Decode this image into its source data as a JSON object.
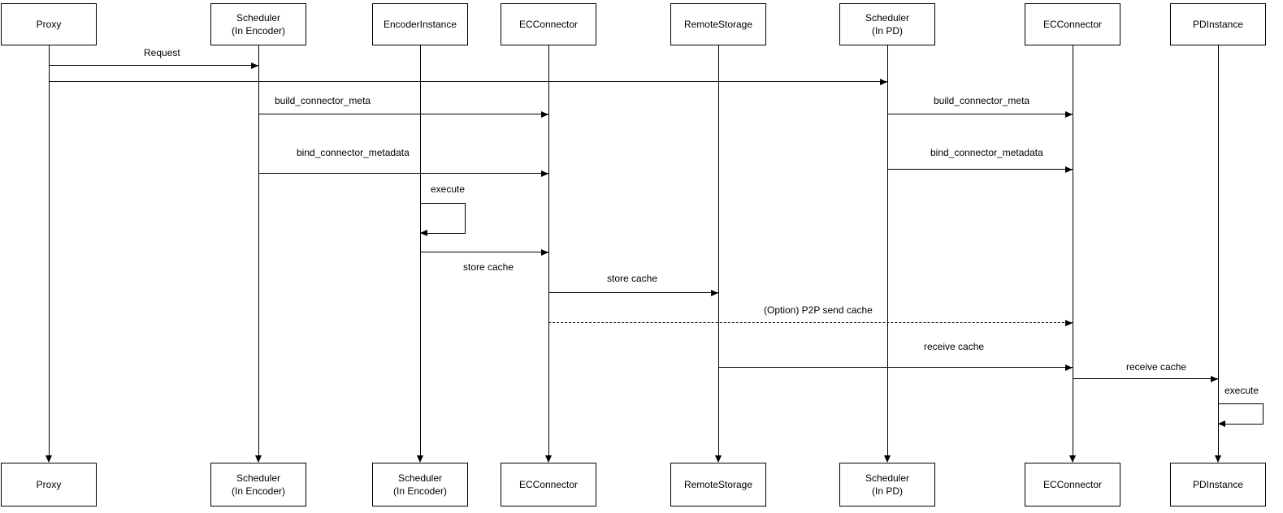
{
  "diagram": {
    "type": "sequence-diagram",
    "colors": {
      "line": "#000000",
      "background": "#ffffff",
      "box_fill": "#ffffff"
    },
    "actors_top": [
      {
        "label": "Proxy"
      },
      {
        "label": "Scheduler\n(In Encoder)"
      },
      {
        "label": "EncoderInstance"
      },
      {
        "label": "ECConnector"
      },
      {
        "label": "RemoteStorage"
      },
      {
        "label": "Scheduler\n(In PD)"
      },
      {
        "label": "ECConnector"
      },
      {
        "label": "PDInstance"
      }
    ],
    "actors_bottom": [
      {
        "label": "Proxy"
      },
      {
        "label": "Scheduler\n(In Encoder)"
      },
      {
        "label": "Scheduler\n(In Encoder)"
      },
      {
        "label": "ECConnector"
      },
      {
        "label": "RemoteStorage"
      },
      {
        "label": "Scheduler\n(In PD)"
      },
      {
        "label": "ECConnector"
      },
      {
        "label": "PDInstance"
      }
    ],
    "messages": [
      {
        "label": "Request",
        "from": "Proxy",
        "to": "Scheduler (In Encoder)",
        "style": "solid"
      },
      {
        "label": "",
        "from": "Proxy",
        "to": "Scheduler (In PD)",
        "style": "solid"
      },
      {
        "label": "build_connector_meta",
        "from": "Scheduler (In Encoder)",
        "to": "ECConnector",
        "style": "solid"
      },
      {
        "label": "build_connector_meta",
        "from": "Scheduler (In PD)",
        "to": "ECConnector (PD side)",
        "style": "solid"
      },
      {
        "label": "bind_connector_metadata",
        "from": "Scheduler (In Encoder)",
        "to": "ECConnector",
        "style": "solid"
      },
      {
        "label": "bind_connector_metadata",
        "from": "Scheduler (In PD)",
        "to": "ECConnector (PD side)",
        "style": "solid"
      },
      {
        "label": "execute",
        "from": "EncoderInstance",
        "to": "EncoderInstance",
        "style": "self"
      },
      {
        "label": "store cache",
        "from": "EncoderInstance",
        "to": "ECConnector",
        "style": "solid"
      },
      {
        "label": "store cache",
        "from": "ECConnector",
        "to": "RemoteStorage",
        "style": "solid"
      },
      {
        "label": "(Option) P2P send cache",
        "from": "ECConnector",
        "to": "ECConnector (PD side)",
        "style": "dashed"
      },
      {
        "label": "receive cache",
        "from": "RemoteStorage",
        "to": "ECConnector (PD side)",
        "style": "solid"
      },
      {
        "label": "receive cache",
        "from": "ECConnector (PD side)",
        "to": "PDInstance",
        "style": "solid"
      },
      {
        "label": "execute",
        "from": "PDInstance",
        "to": "PDInstance",
        "style": "self"
      }
    ]
  }
}
